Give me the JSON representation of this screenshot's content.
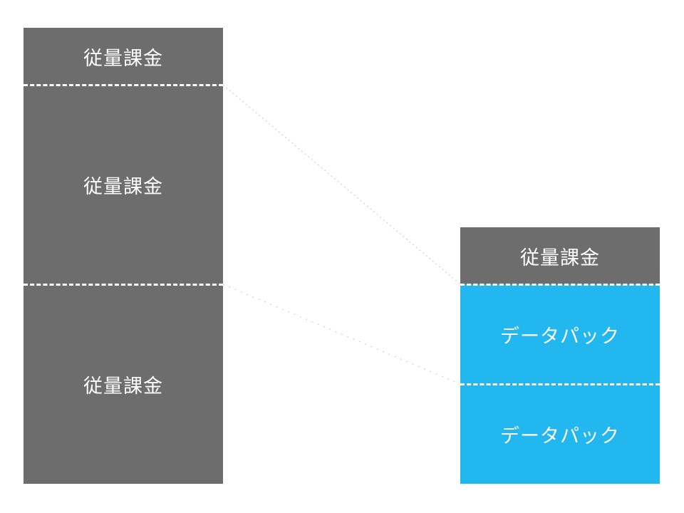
{
  "colors": {
    "metered": "#6d6d6d",
    "data_pack": "#22b7ee",
    "divider": "#ffffff",
    "connector": "#cccccc"
  },
  "left_stack": {
    "segments": [
      {
        "label": "従量課金",
        "type": "metered"
      },
      {
        "label": "従量課金",
        "type": "metered"
      },
      {
        "label": "従量課金",
        "type": "metered"
      }
    ]
  },
  "right_stack": {
    "segments": [
      {
        "label": "従量課金",
        "type": "metered"
      },
      {
        "label": "データパック",
        "type": "data_pack"
      },
      {
        "label": "データパック",
        "type": "data_pack"
      }
    ]
  }
}
